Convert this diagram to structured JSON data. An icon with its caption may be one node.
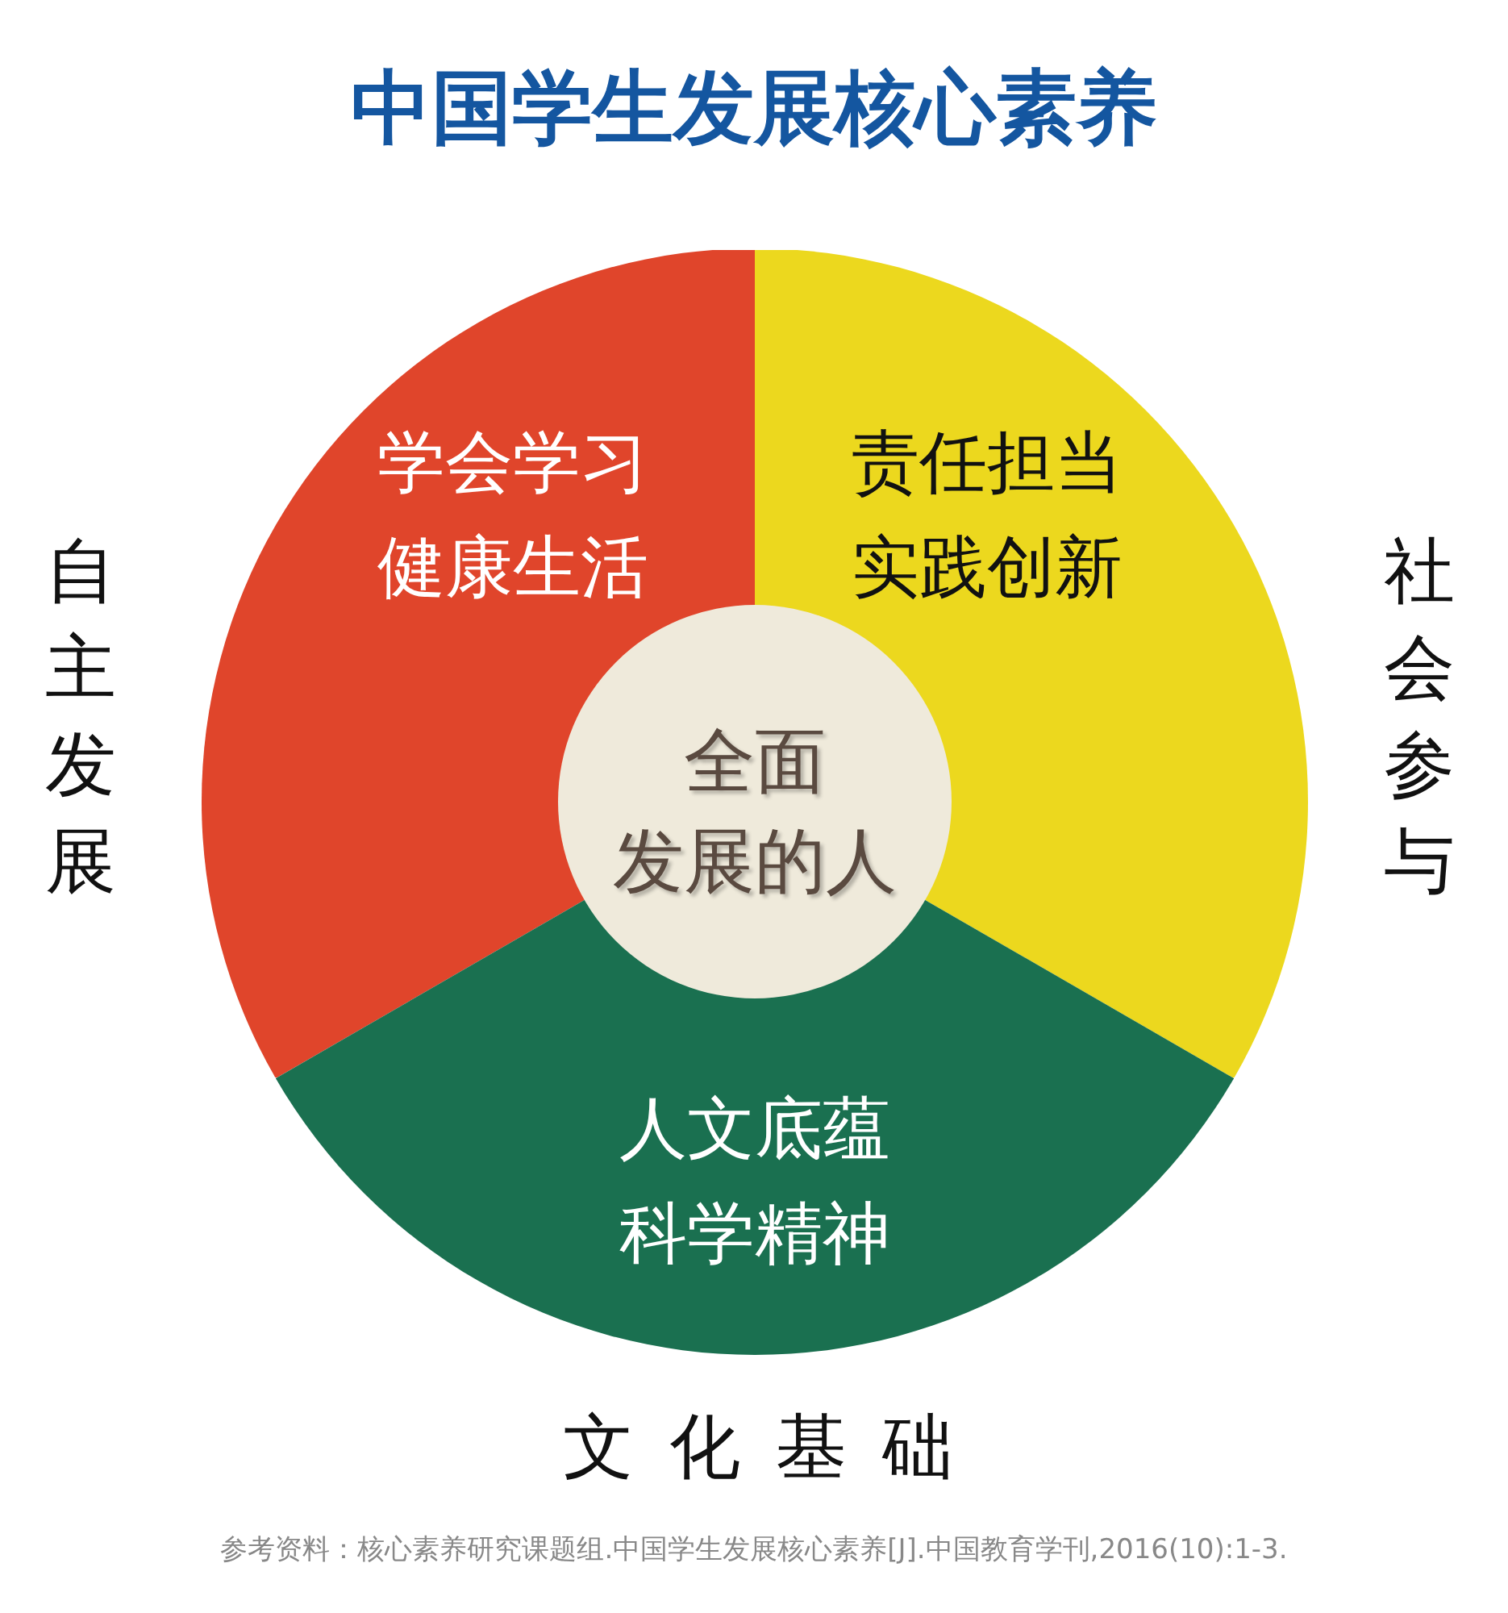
{
  "diagram": {
    "title": "中国学生发展核心素养",
    "nodes": [
      {
        "text": [
          "学会学习",
          "健康生活"
        ],
        "beside": [
          "自主发展"
        ]
      },
      {
        "text": [
          "责任担当",
          "实践创新"
        ],
        "beside": [
          "社会参与"
        ]
      },
      {
        "text": [
          "人文底蕴",
          "科学精神"
        ],
        "beside": [
          "文化基础"
        ]
      },
      {
        "text": [
          "全面",
          "发展的人"
        ]
      }
    ],
    "caption": "参考资料：核心素养研究课题组.中国学生发展核心素养[J].中国教育学刊,2016(10):1-3."
  }
}
